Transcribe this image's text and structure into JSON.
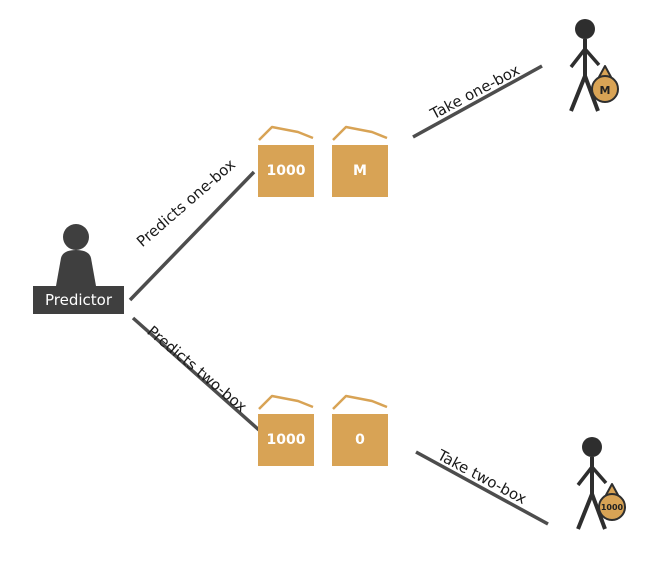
{
  "predictor": {
    "label": "Predictor"
  },
  "branches": {
    "one_box": {
      "label": "Predicts one-box"
    },
    "two_box": {
      "label": "Predicts two-box"
    }
  },
  "top_outcome": {
    "boxes": [
      "1000",
      "M"
    ],
    "action": "Take one-box",
    "bag": "M"
  },
  "bottom_outcome": {
    "boxes": [
      "1000",
      "0"
    ],
    "action": "Take two-box",
    "bag": "1000"
  },
  "colors": {
    "box": "#D8A355",
    "line": "#4d4d4d",
    "figure": "#2e2e2e",
    "predictor": "#3f3f3f",
    "text": "#1a1a1a",
    "box_text": "#ffffff"
  }
}
